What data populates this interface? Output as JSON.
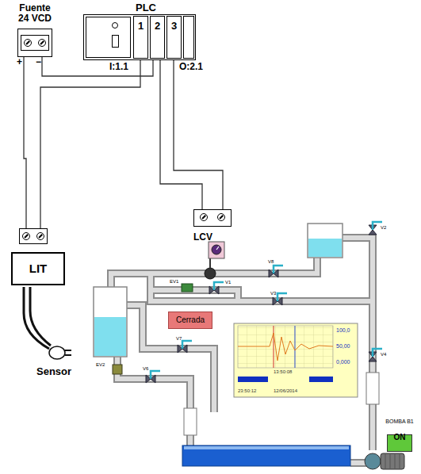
{
  "diagram": {
    "nodes": [
      {
        "text": [
          "Fuente 24 VCD"
        ]
      },
      {
        "text": [
          "PLC"
        ]
      },
      {
        "text": [
          "1"
        ],
        "in": 1
      },
      {
        "text": [
          "2"
        ],
        "in": 1
      },
      {
        "text": [
          "3"
        ],
        "in": 1
      },
      {
        "text": [
          "LIT"
        ]
      },
      {
        "text": [
          "LCV"
        ]
      },
      {
        "text": [
          "Cerrada"
        ]
      },
      {
        "text": [
          "BOMBA B1",
          "ON"
        ]
      }
    ],
    "edges": [
      {
        "from": 0,
        "to": 5,
        "arrow": "none"
      },
      {
        "from": 0,
        "to": 3,
        "arrow": "none"
      },
      {
        "from": 2,
        "to": 5,
        "arrow": "none"
      },
      {
        "from": 3,
        "to": 6,
        "arrow": "none"
      },
      {
        "from": 4,
        "to": 6,
        "arrow": "none"
      }
    ],
    "labels": [
      "+",
      "−",
      "I:1.1",
      "O:2.1",
      "Sensor",
      "100,0",
      "50,00",
      "0,000",
      "13:50:08",
      "12/06/2014",
      "23:50:12",
      "V8",
      "V3",
      "EV1",
      "V1",
      "V2",
      "V7",
      "V6",
      "V4",
      "EV2"
    ]
  }
}
